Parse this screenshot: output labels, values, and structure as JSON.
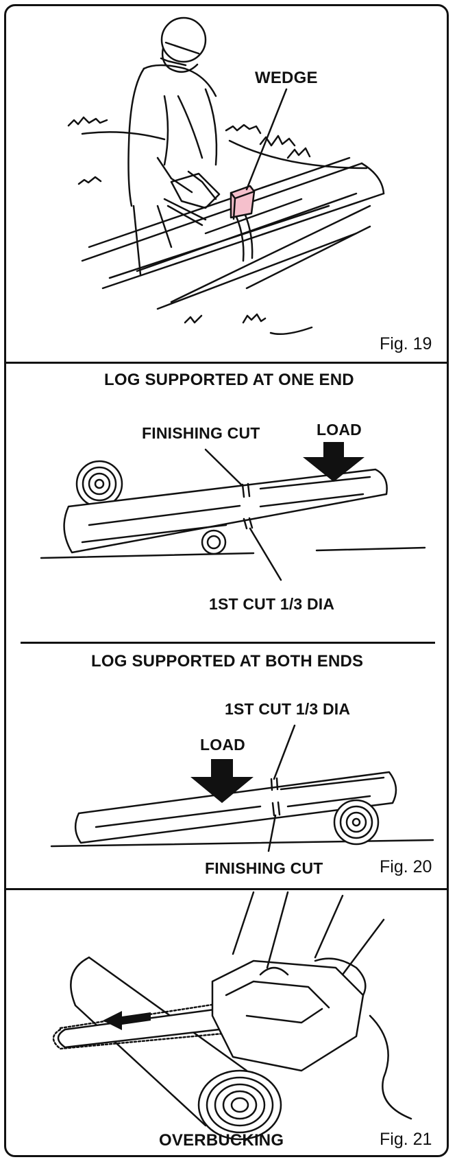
{
  "fig19": {
    "label": "Fig. 19",
    "wedge": "WEDGE"
  },
  "fig20": {
    "label": "Fig. 20",
    "one_end": {
      "title": "LOG SUPPORTED AT ONE END",
      "finishing_cut": "FINISHING CUT",
      "load": "LOAD",
      "first_cut": "1ST CUT 1/3 DIA"
    },
    "both_ends": {
      "title": "LOG SUPPORTED AT BOTH ENDS",
      "first_cut": "1ST CUT 1/3 DIA",
      "load": "LOAD",
      "finishing_cut": "FINISHING CUT"
    }
  },
  "fig21": {
    "label": "Fig. 21",
    "caption": "OVERBUCKING"
  }
}
